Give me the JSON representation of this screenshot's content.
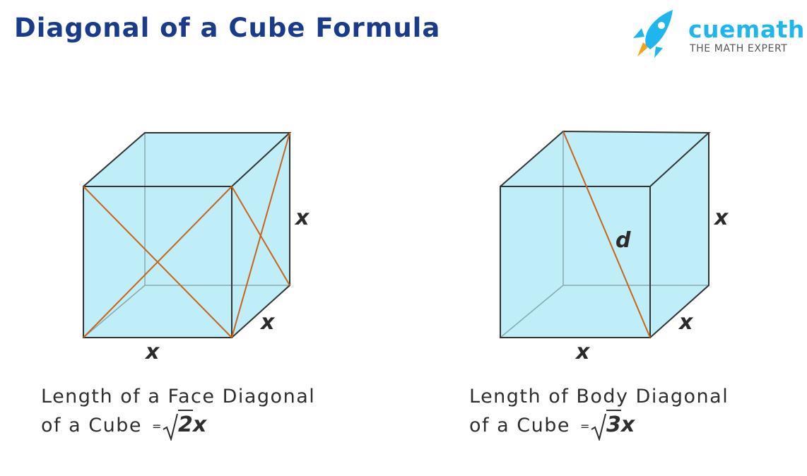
{
  "title": "Diagonal of a Cube Formula",
  "logo": {
    "brand": "cuemath",
    "tagline": "THE MATH EXPERT",
    "icon": "rocket-icon",
    "colors": {
      "brand_blue": "#1fb6f0",
      "flame_orange": "#f7a21b"
    }
  },
  "colors": {
    "title": "#1a3a8c",
    "cube_fill": "#bfeef8",
    "cube_edge": "#333333",
    "hidden_edge": "#8aa8b0",
    "diagonal": "#c8641a"
  },
  "face_diagonal_figure": {
    "edge_labels": [
      "x",
      "x",
      "x"
    ],
    "caption_line1": "Length of a Face Diagonal",
    "caption_line2": "of a Cube",
    "equals": "=",
    "radicand": "2",
    "multiplier": "x"
  },
  "body_diagonal_figure": {
    "edge_labels": [
      "x",
      "x",
      "x"
    ],
    "diagonal_label": "d",
    "caption_line1": "Length of Body Diagonal",
    "caption_line2": "of a Cube",
    "equals": "=",
    "radicand": "3",
    "multiplier": "x"
  }
}
